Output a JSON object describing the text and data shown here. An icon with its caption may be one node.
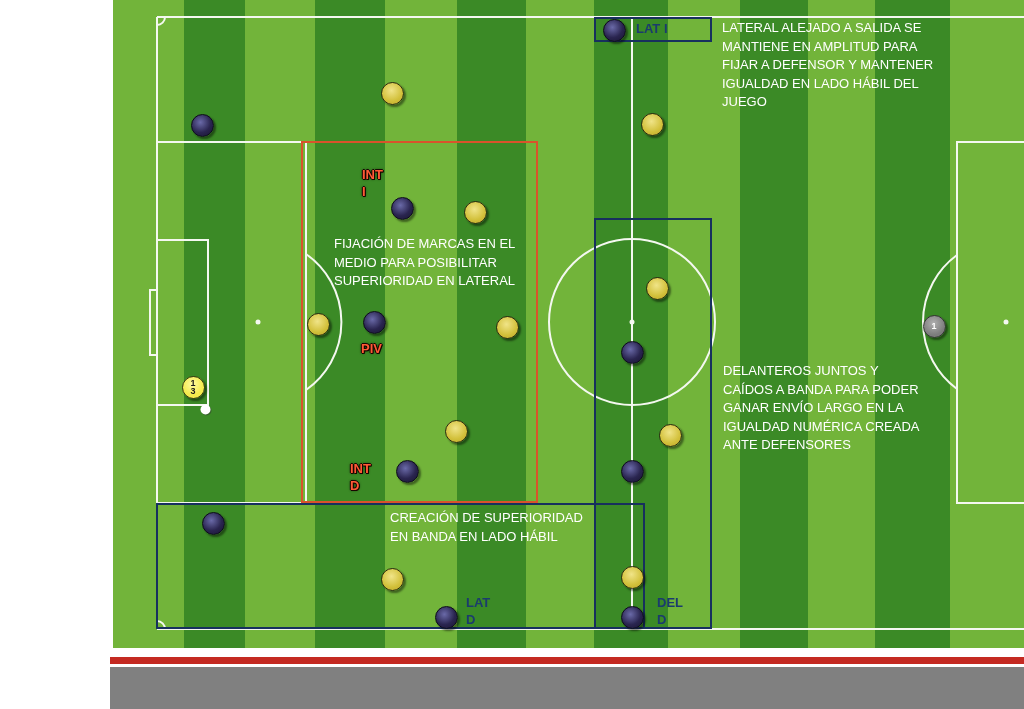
{
  "diagram": {
    "nodes": [
      {
        "text": [
          "LAT I"
        ]
      },
      {
        "text": [],
        "shape": "circle",
        "in": 0
      },
      {
        "text": [],
        "shape": "circle"
      },
      {
        "text": [],
        "shape": "circle"
      },
      {
        "text": [],
        "shape": "circle"
      },
      {
        "text": [
          "FIJACIÓN DE MARCAS EN EL MEDIO PARA POSIBILITAR SUPERIORIDAD EN LATERAL"
        ]
      },
      {
        "text": [],
        "shape": "circle",
        "in": 5,
        "beside": [
          "INT I"
        ]
      },
      {
        "text": [],
        "shape": "circle",
        "in": 5
      },
      {
        "text": [],
        "shape": "circle",
        "in": 5
      },
      {
        "text": [],
        "shape": "circle",
        "in": 5,
        "beside": [
          "PIV"
        ]
      },
      {
        "text": [],
        "shape": "circle",
        "in": 5
      },
      {
        "text": [],
        "shape": "circle",
        "in": 5
      },
      {
        "text": [],
        "shape": "circle",
        "in": 5,
        "beside": [
          "INT D"
        ]
      },
      {
        "text": [],
        "shape": "box"
      },
      {
        "text": [],
        "shape": "circle",
        "in": 13
      },
      {
        "text": [],
        "shape": "circle",
        "in": 13
      },
      {
        "text": [],
        "shape": "circle",
        "in": 13
      },
      {
        "text": [],
        "shape": "circle",
        "in": 13
      },
      {
        "text": [
          "13"
        ]
      },
      {
        "text": [
          "1"
        ]
      },
      {
        "text": [
          "CREACIÓN DE SUPERIORIDAD EN BANDA EN LADO HÁBIL"
        ]
      },
      {
        "text": [],
        "shape": "circle",
        "in": 20
      },
      {
        "text": [],
        "shape": "circle",
        "in": 20
      },
      {
        "text": [],
        "shape": "circle",
        "in": 20,
        "beside": [
          "LAT D"
        ]
      },
      {
        "text": [],
        "shape": "circle"
      },
      {
        "text": [],
        "shape": "circle",
        "beside": [
          "DEL D"
        ]
      }
    ],
    "labels": [
      "LATERAL ALEJADO A SALIDA SE MANTIENE EN AMPLITUD PARA FIJAR A DEFENSOR Y MANTENER IGUALDAD EN LADO HÁBIL DEL JUEGO",
      "DELANTEROS JUNTOS Y CAÍDOS A BANDA PARA PODER GANAR ENVÍO LARGO EN LA IGUALDAD NUMÉRICA CREADA ANTE DEFENSORES"
    ]
  }
}
